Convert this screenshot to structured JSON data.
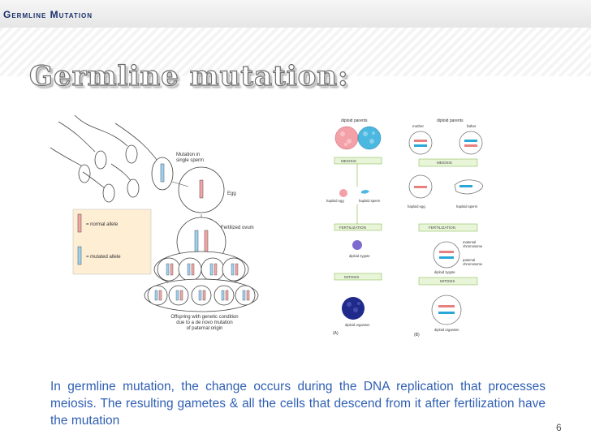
{
  "header": {
    "title": "Germline Mutation"
  },
  "slide": {
    "title": "Germline mutation:",
    "body": "In germline mutation, the change occurs during the DNA replication that processes meiosis. The resulting gametes & all the cells that descend from it after fertilization have the mutation",
    "page_number": "6"
  },
  "figure_left": {
    "label_mutation": "Mutation in",
    "label_mutation2": "single sperm",
    "label_egg": "Egg",
    "label_fertilized": "Fertilized ovum",
    "legend_normal": "= normal allele",
    "legend_mutated": "= mutated allele",
    "caption1": "Offspring with genetic condition",
    "caption2": "due to a de novo mutation",
    "caption3": "of paternal origin",
    "colors": {
      "normal": "#f2a6a6",
      "mutated": "#9fd0ee",
      "legend_bg": "#fdeed4"
    }
  },
  "figure_right": {
    "panel_a_title": "diploid parents",
    "panel_b_title": "diploid parents",
    "mother": "mother",
    "father": "father",
    "meiosis": "MEIOSIS",
    "fertilization": "FERTILIZATION",
    "mitosis": "MITOSIS",
    "haploid_egg": "haploid egg",
    "haploid_sperm": "haploid sperm",
    "haploid_sperm_b": "haploid sperm",
    "haploid_egg_b": "haploid egg",
    "diploid_zygote": "diploid zygote",
    "diploid_zygote_b": "diploid zygote",
    "diploid_organism": "diploid organism",
    "diploid_organism_b": "diploid organism",
    "maternal": "maternal",
    "maternal2": "chromosome",
    "paternal": "paternal",
    "paternal2": "chromosome",
    "label_a": "(A)",
    "label_b": "(B)",
    "colors": {
      "box_fill": "#e8f5d8",
      "box_stroke": "#7cb342",
      "pink": "#e88080",
      "teal": "#29a8d8",
      "navy": "#1f2a8a"
    }
  }
}
